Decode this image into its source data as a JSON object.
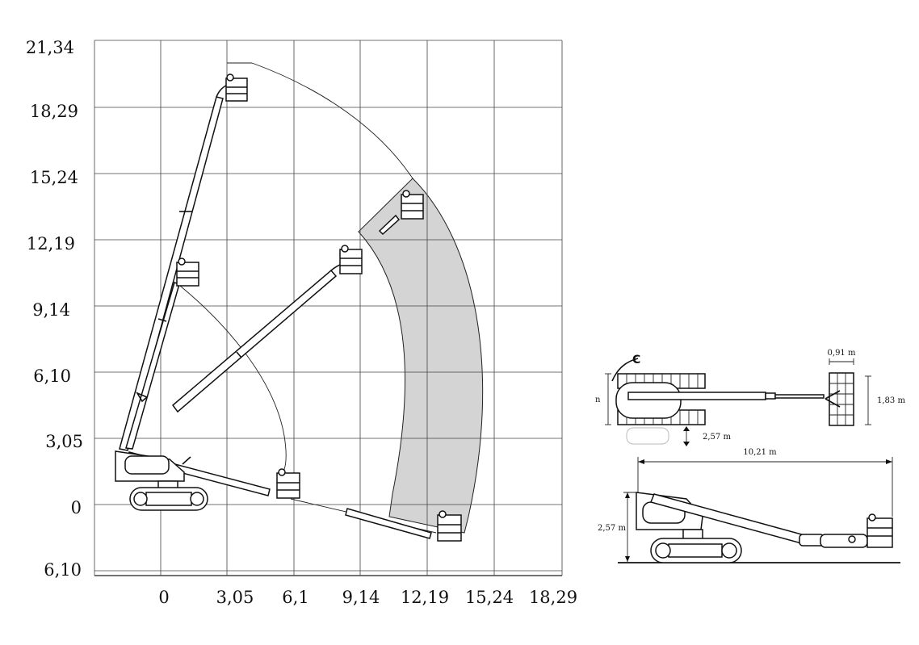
{
  "reach_diagram": {
    "y_ticks": [
      "21,34",
      "18,29",
      "15,24",
      "12,19",
      "9,14",
      "6,10",
      "3,05",
      "0",
      "6,10"
    ],
    "x_ticks": [
      "0",
      "3,05",
      "6,1",
      "9,14",
      "12,19",
      "15,24",
      "18,29"
    ]
  },
  "top_view": {
    "c_label": "C",
    "dim_width": "0,91 m",
    "dim_height": "1,83 m",
    "dim_n": "n",
    "dim_track": "2,57 m"
  },
  "side_view": {
    "dim_length": "10,21 m",
    "dim_height": "2,57 m"
  },
  "colors": {
    "working_zone": "#d4d4d4",
    "lines": "#111111"
  }
}
